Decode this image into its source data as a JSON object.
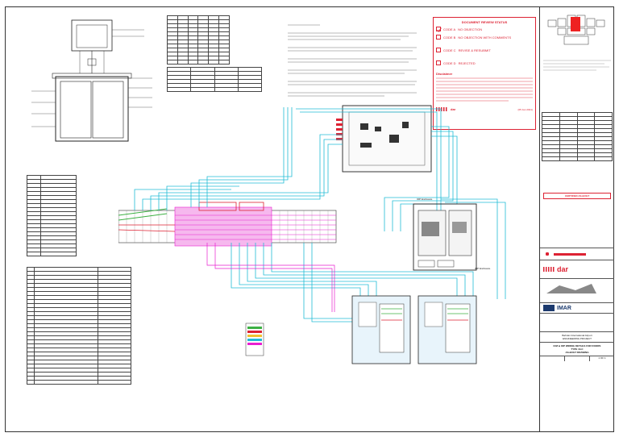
{
  "stamp": {
    "title": "DOCUMENT REVIEW STATUS",
    "codes": [
      {
        "code": "CODE A",
        "label": "NO OBJECTION",
        "checked": true
      },
      {
        "code": "CODE B",
        "label": "NO OBJECTION WITH COMMENTS",
        "checked": false
      },
      {
        "code": "CODE C",
        "label": "REVISE & RESUBMIT",
        "checked": false
      },
      {
        "code": "CODE D",
        "label": "REJECTED",
        "checked": false
      }
    ],
    "disclaimer_heading": "Disclaimer",
    "brand": "dar",
    "date_label": "(05 Jan 2021)"
  },
  "title_block": {
    "certified_stamp": "CERTIFIED AS-BUILT",
    "brand_dar": "dar",
    "brand_imar": "IMAR",
    "project_line1": "Bahrain International Airport",
    "project_line2": "ENGINEERING PROJECT",
    "drawing_title1": "ICM & IOP WIRING DETAILS FOR DOORS",
    "drawing_title2": "TYPE 13-C",
    "drawing_status": "AS-BUILT DRAWING",
    "sheet_no": "1 OF 1"
  },
  "labels": {
    "iop_enclosure": "IOP Enclosure",
    "iop_enclosure_2": "IOP Enclosure"
  },
  "colors": {
    "accent_red": "#d23333",
    "wire_cyan": "#22bcd6",
    "wire_magenta": "#e81fd0",
    "wire_green": "#3cb043"
  }
}
